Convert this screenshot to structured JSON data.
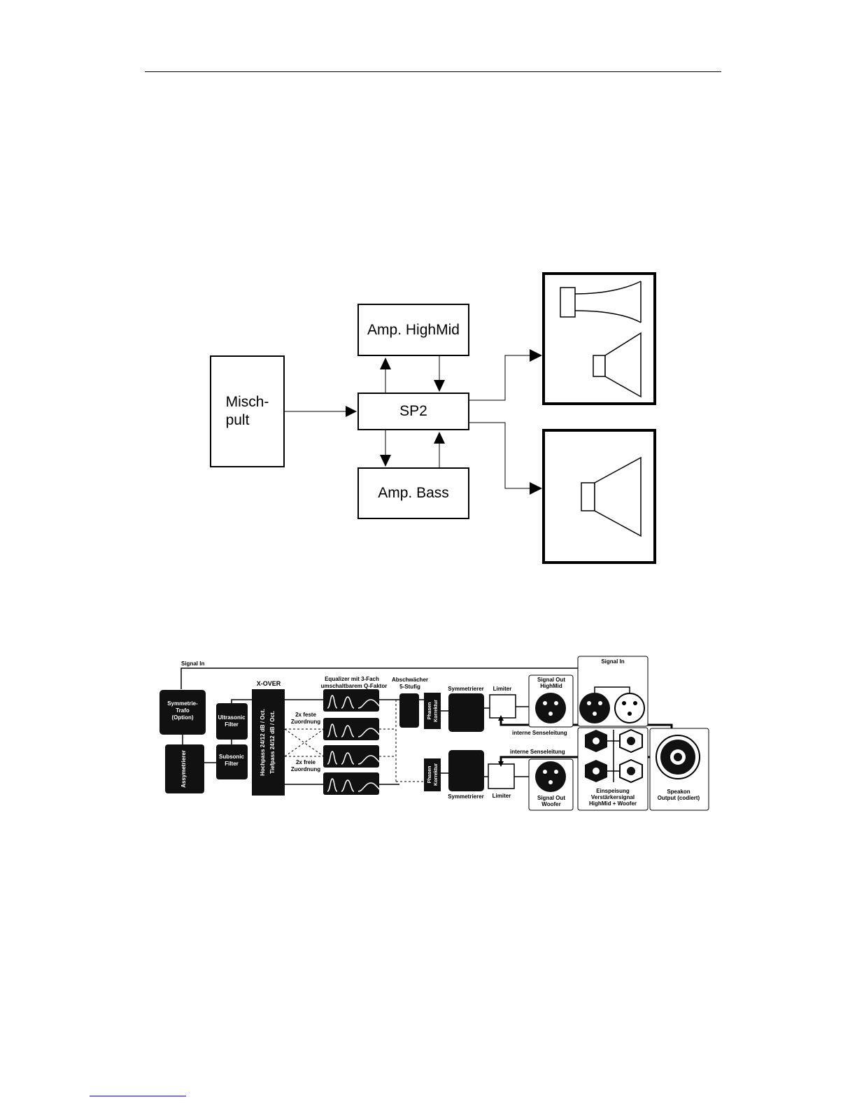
{
  "page": {
    "header_rule": true
  },
  "diagram_top": {
    "mischpult": "Misch-\npult",
    "amp_highmid": "Amp. HighMid",
    "sp2": "SP2",
    "amp_bass": "Amp. Bass"
  },
  "diagram_bottom": {
    "signal_in_top": "Signal In",
    "signal_in_box": "Signal In",
    "symmetrie_trafo": [
      "Symmetrie-",
      "Trafo",
      "(Option)"
    ],
    "assymetrierer": "Assymetrierer",
    "ultrasonic_filter": [
      "Ultrasonic",
      "Filter"
    ],
    "subsonic_filter": [
      "Subsonic",
      "Filter"
    ],
    "xover_title": "X-OVER",
    "xover_hochpass": "Hochpass  24/12 dB / Oct.",
    "xover_tiefpass": "Tiefpass  24/12 dB / Oct.",
    "feste_zuordnung": [
      "2x feste",
      "Zuordnung"
    ],
    "freie_zuordnung": [
      "2x freie",
      "Zuordnung"
    ],
    "equalizer_title": [
      "Equalizer mit 3-Fach",
      "umschaltbarem Q-Faktor"
    ],
    "abschwaecher": [
      "Abschwächer",
      "5-Stufig"
    ],
    "phasen_korrektur": [
      "Phasen",
      "Korrektur"
    ],
    "symmetrierer": "Symmetrierer",
    "limiter": "Limiter",
    "signal_out_highmid": [
      "Signal Out",
      "HighMid"
    ],
    "signal_out_woofer": [
      "Signal Out",
      "Woofer"
    ],
    "interne_senseleitung": "interne Senseleitung",
    "einspeisung": [
      "Einspeisung",
      "Verstärkersignal",
      "HighMid + Woofer"
    ],
    "speakon": [
      "Speakon",
      "Output (codiert)"
    ]
  }
}
